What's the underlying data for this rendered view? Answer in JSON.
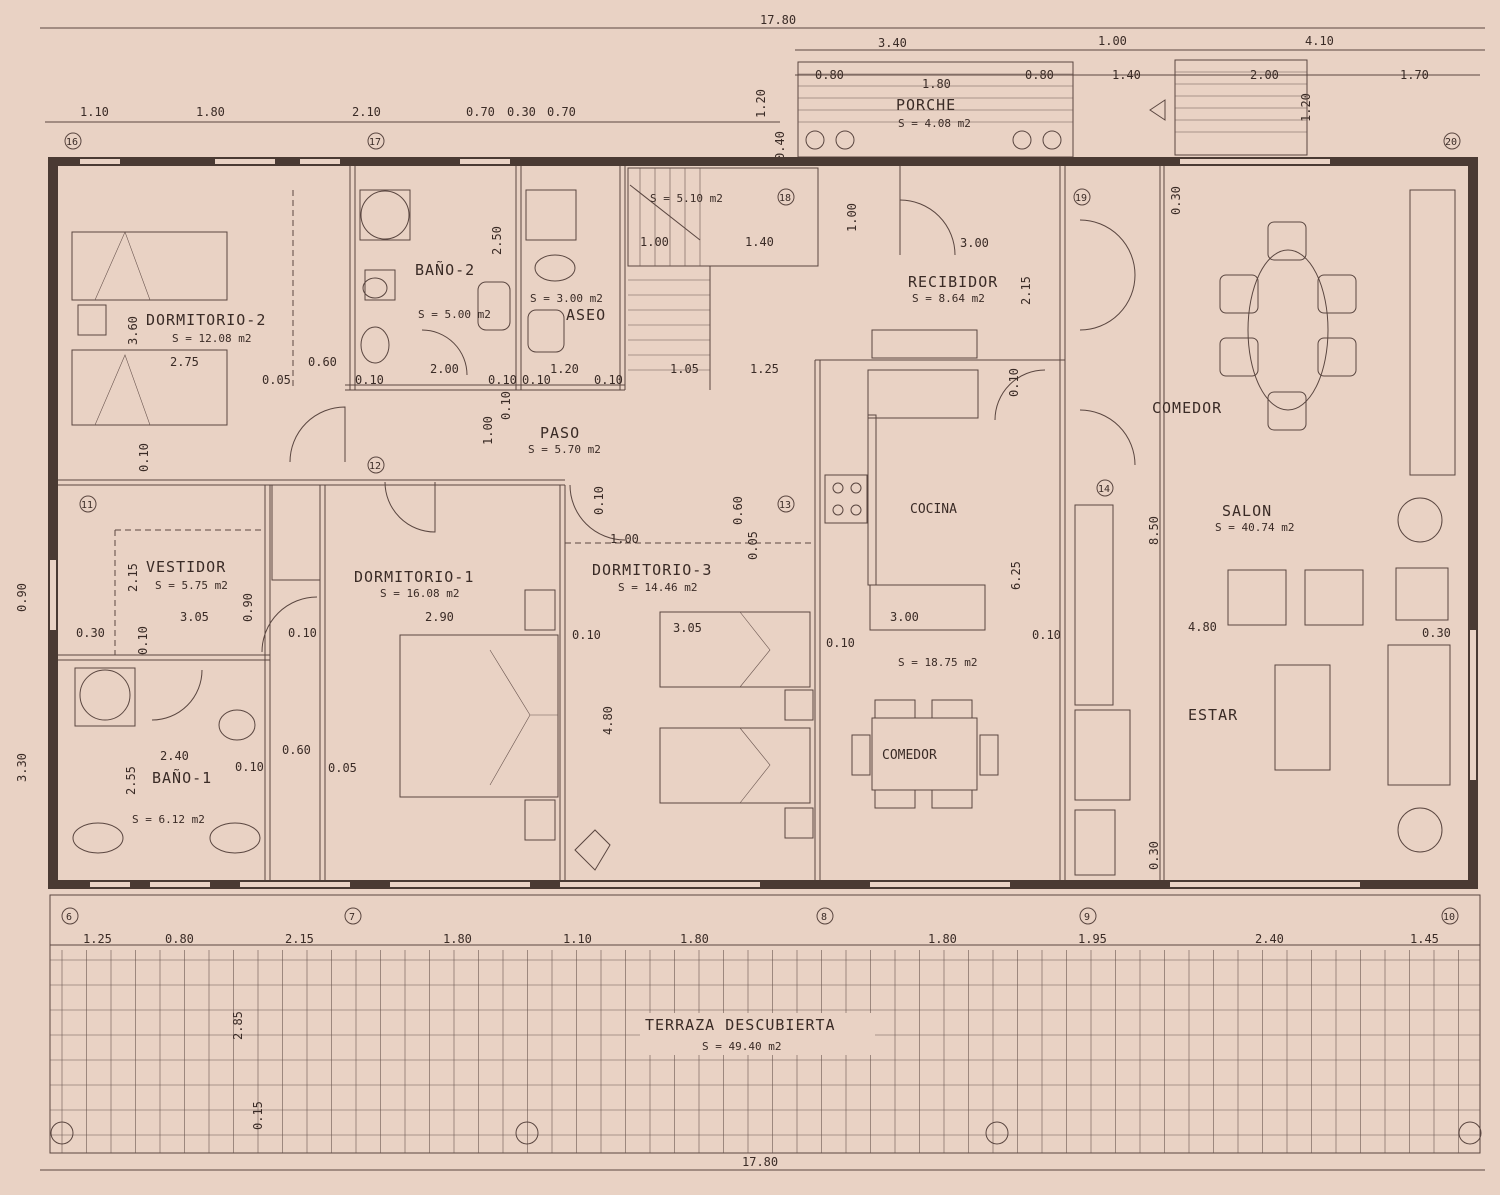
{
  "rooms": {
    "dormitorio2": {
      "name": "DORMITORIO-2",
      "area": "S = 12.08 m2"
    },
    "bano2": {
      "name": "BAÑO-2",
      "area": "S = 5.00 m2"
    },
    "aseo": {
      "name": "ASEO",
      "area": "S = 3.00 m2"
    },
    "escalera": {
      "area": "S = 5.10 m2"
    },
    "recibidor": {
      "name": "RECIBIDOR",
      "area": "S = 8.64 m2"
    },
    "porche": {
      "name": "PORCHE",
      "area": "S = 4.08 m2"
    },
    "paso": {
      "name": "PASO",
      "area": "S = 5.70 m2"
    },
    "vestidor": {
      "name": "VESTIDOR",
      "area": "S = 5.75 m2"
    },
    "dormitorio1": {
      "name": "DORMITORIO-1",
      "area": "S = 16.08 m2"
    },
    "dormitorio3": {
      "name": "DORMITORIO-3",
      "area": "S = 14.46 m2"
    },
    "cocina": {
      "name": "COCINA",
      "area": "S = 18.75 m2"
    },
    "comedor_cocina": {
      "name": "COMEDOR"
    },
    "comedor": {
      "name": "COMEDOR"
    },
    "salon": {
      "name": "SALON",
      "area": "S = 40.74 m2"
    },
    "estar": {
      "name": "ESTAR"
    },
    "bano1": {
      "name": "BAÑO-1",
      "area": "S = 6.12 m2"
    },
    "terraza": {
      "name": "TERRAZA DESCUBIERTA",
      "area": "S = 49.40 m2"
    }
  },
  "dims": {
    "total_top": "17.80",
    "total_bottom": "17.80",
    "top_a": "3.40",
    "top_b": "1.00",
    "top_c": "4.10",
    "porch_l": "0.80",
    "porch_c": "1.80",
    "porch_r": "0.80",
    "right_a": "1.40",
    "right_b": "2.00",
    "right_c": "1.70",
    "left_a": "1.10",
    "left_b": "1.80",
    "left_c": "2.10",
    "left_d": "0.70",
    "left_e": "0.30",
    "left_f": "0.70",
    "v120a": "1.20",
    "v040": "0.40",
    "v120b": "1.20",
    "esc_a": "1.00",
    "esc_b": "1.40",
    "esc_c": "1.00",
    "esc_d": "1.05",
    "esc_e": "1.25",
    "rec_w": "3.00",
    "rec_h": "2.15",
    "v030a": "0.30",
    "d2_h": "3.60",
    "d2_w": "2.75",
    "d2_s": "0.05",
    "d2_t": "0.60",
    "d2_u": "0.10",
    "b2_h": "2.50",
    "b2_w": "2.00",
    "b2_x": "0.10",
    "aseo_w": "1.20",
    "aseo_x": "0.10",
    "aseo_y": "0.10",
    "paso_h": "1.00",
    "paso_v": "0.10",
    "coc_v": "0.10",
    "d2_v": "0.10",
    "d3_v": "0.10",
    "d3_w": "0.60",
    "d3_x": "1.00",
    "d3_y": "0.05",
    "ves_h": "2.15",
    "ves_w": "3.05",
    "ves_v": "0.90",
    "ves_x": "0.30",
    "d1_w": "2.90",
    "d1_x": "0.10",
    "d3_ww": "3.05",
    "d3_z": "0.10",
    "d3_h": "4.80",
    "coc_w": "3.00",
    "coc_h": "6.25",
    "coc_x": "0.10",
    "coc_y": "0.10",
    "sal_h": "8.50",
    "sal_w": "4.80",
    "sal_x": "0.30",
    "sal_y": "0.30",
    "lef_090": "0.90",
    "lef_330": "3.30",
    "b1_h": "2.55",
    "b1_w": "2.40",
    "b1_x": "0.10",
    "b1_y": "0.60",
    "b1_z": "0.05",
    "b1_v": "0.10",
    "bot_a": "1.25",
    "bot_b": "0.80",
    "bot_c": "2.15",
    "bot_d": "1.80",
    "bot_e": "1.10",
    "bot_f": "1.80",
    "bot_g": "1.80",
    "bot_h": "1.95",
    "bot_i": "2.40",
    "bot_j": "1.45",
    "ter_h": "2.85",
    "ter_v": "0.15"
  },
  "grid": [
    "16",
    "17",
    "18",
    "19",
    "20",
    "11",
    "12",
    "13",
    "14",
    "6",
    "7",
    "8",
    "9",
    "10"
  ]
}
